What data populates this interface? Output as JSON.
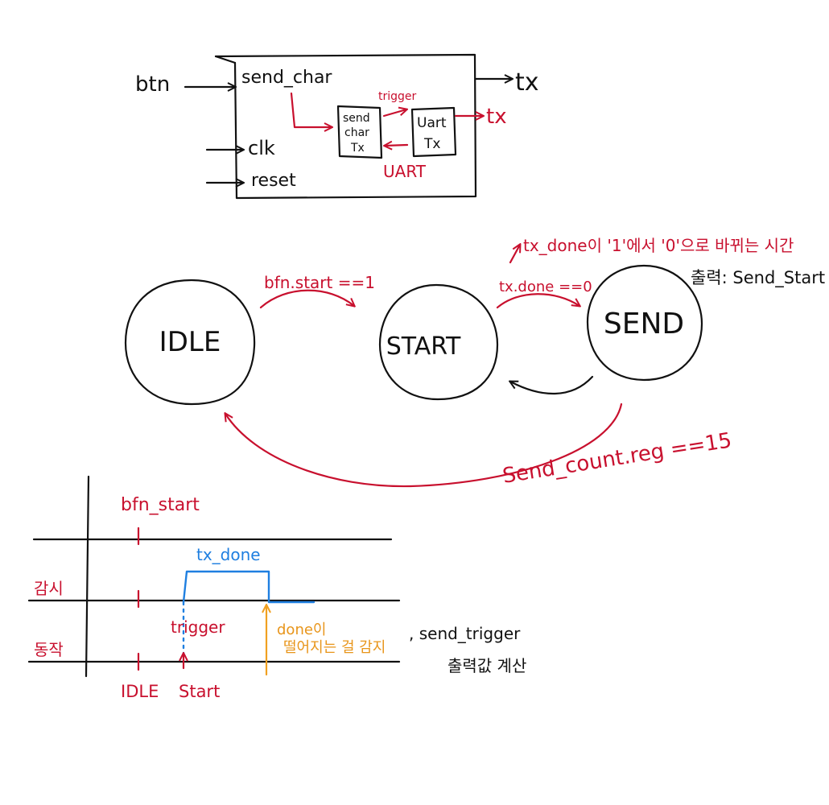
{
  "colors": {
    "ink": "#111111",
    "red": "#c8102e",
    "blue": "#1f7fe0",
    "orange": "#f0a020"
  },
  "block_diagram": {
    "input_btn": "btn",
    "port_send_char": "send_char",
    "port_clk": "clk",
    "port_reset": "reset",
    "output_tx": "tx",
    "inner_tx": "tx",
    "trigger_label": "trigger",
    "send_char_tx_lines": [
      "send",
      "char",
      "Tx"
    ],
    "uart_tx_lines": [
      "Uart",
      "Tx"
    ],
    "uart_label": "UART"
  },
  "fsm": {
    "states": {
      "idle": "IDLE",
      "start": "START",
      "send": "SEND"
    },
    "transition_idle_start": "bfn.start ==1",
    "transition_start_send": "tx.done ==0",
    "transition_send_idle": "Send_count.reg ==15",
    "note_tx_done": "tx_done이 '1'에서 '0'으로 바뀌는 시간",
    "note_output": "출력: Send_Start"
  },
  "timing": {
    "btn_start_label": "bfn_start",
    "tx_done_label": "tx_done",
    "row_detect": "감시",
    "row_action": "동작",
    "trigger_label": "trigger",
    "idle_label": "IDLE",
    "start_label": "Start",
    "done_note_line1": "done이",
    "done_note_line2": "떨어지는 걸 감지",
    "send_trigger_line1": ", send_trigger",
    "send_trigger_line2": "출력값 계산"
  }
}
